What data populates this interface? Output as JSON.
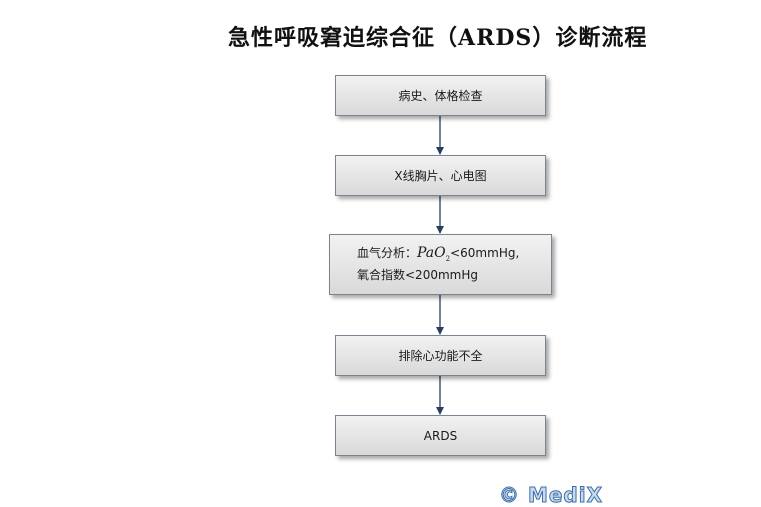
{
  "title": "急性呼吸窘迫综合征（ARDS）诊断流程",
  "steps": [
    {
      "label": "病史、体格检查"
    },
    {
      "label": "X线胸片、心电图"
    },
    {
      "line1_prefix": "血气分析：",
      "var_main": "PaO",
      "var_sub": "2",
      "line1_suffix": "<60mmHg,",
      "line2": "氧合指数<200mmHg"
    },
    {
      "label": "排除心功能不全"
    },
    {
      "label": "ARDS"
    }
  ],
  "watermark": "© MediX",
  "colors": {
    "box_border": "#7a8594",
    "box_fill": "#e6e6e6",
    "arrow": "#2b3e5c",
    "watermark": "#3e6fa8"
  }
}
